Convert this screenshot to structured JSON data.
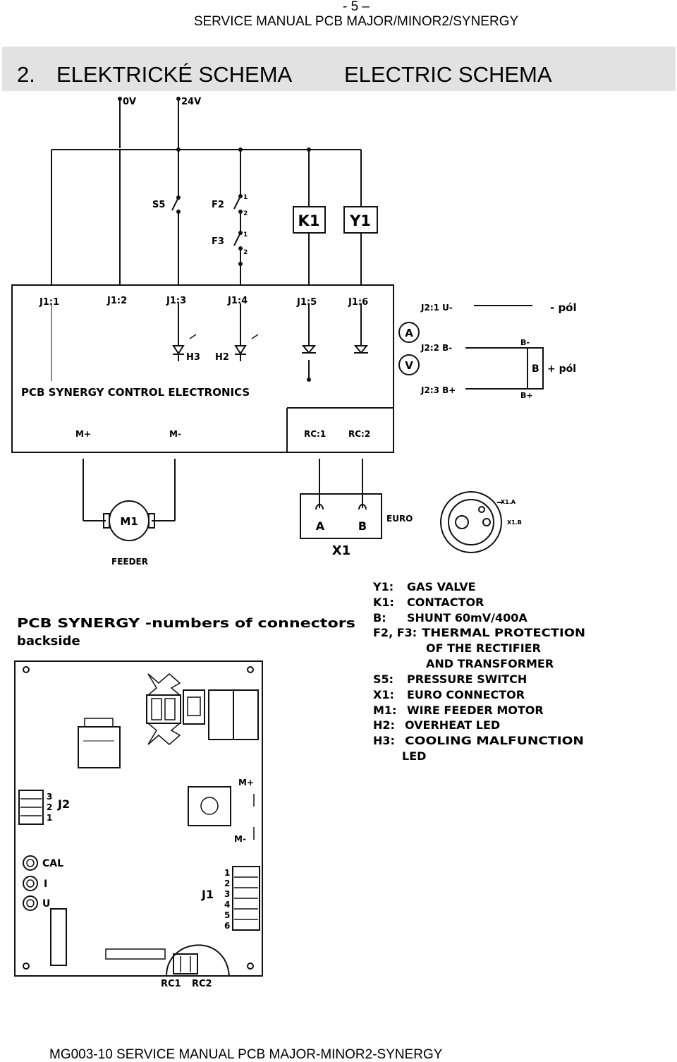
{
  "header": {
    "page_number": "- 5 –",
    "doc_title": "SERVICE MANUAL PCB MAJOR/MINOR2/SYNERGY"
  },
  "section": {
    "number": "2.",
    "title_cz": "ELEKTRICKÉ SCHEMA",
    "title_en": "ELECTRIC SCHEMA"
  },
  "schematic": {
    "supply_0v": "0V",
    "supply_24v": "24V",
    "s5": "S5",
    "f2": "F2",
    "f3": "F3",
    "pin1": "1",
    "pin2": "2",
    "k1": "K1",
    "y1": "Y1",
    "j1_1": "J1:1",
    "j1_2": "J1:2",
    "j1_3": "J1:3",
    "j1_4": "J1:4",
    "j1_5": "J1:5",
    "j1_6": "J1:6",
    "j2_1": "J2:1 U-",
    "j2_2": "J2:2  B-",
    "j2_3": "J2:3 B+",
    "minus_pole": "- pól",
    "plus_pole": "+ pól",
    "shunt_b": "B",
    "shunt_bminus": "B-",
    "shunt_bplus": "B+",
    "ammeter": "A",
    "voltmeter": "V",
    "h3": "H3",
    "h2": "H2",
    "board_name": "PCB SYNERGY CONTROL ELECTRONICS",
    "m_plus": "M+",
    "m_minus": "M-",
    "rc1": "RC:1",
    "rc2": "RC:2",
    "motor": "M1",
    "feeder": "FEEDER",
    "euro_a": "A",
    "euro_b": "B",
    "euro": "EURO",
    "x1": "X1",
    "x1a": "X1.A",
    "x1b": "X1.B"
  },
  "legend": [
    {
      "code": "Y1:",
      "text": "GAS VALVE"
    },
    {
      "code": "K1:",
      "text": "CONTACTOR"
    },
    {
      "code": "B:",
      "text": "SHUNT 60mV/400A"
    },
    {
      "code": "F2, F3:",
      "text": "THERMAL PROTECTION"
    },
    {
      "code": "",
      "text": "OF THE RECTIFIER"
    },
    {
      "code": "",
      "text": "AND TRANSFORMER"
    },
    {
      "code": "S5:",
      "text": "PRESSURE SWITCH"
    },
    {
      "code": "X1:",
      "text": "EURO CONNECTOR"
    },
    {
      "code": "M1:",
      "text": "WIRE FEEDER MOTOR"
    },
    {
      "code": "H2:",
      "text": "OVERHEAT LED"
    },
    {
      "code": "H3:",
      "text": "COOLING MALFUNCTION"
    },
    {
      "code": "",
      "text": "LED"
    }
  ],
  "board_layout": {
    "title_line1": "PCB SYNERGY -numbers of connectors",
    "title_line2": "backside",
    "j2": "J2",
    "j2_pin3": "3",
    "j2_pin2": "2",
    "j2_pin1": "1",
    "cal": "CAL",
    "i": "I",
    "u": "U",
    "j1": "J1",
    "j1_pins": [
      "1",
      "2",
      "3",
      "4",
      "5",
      "6"
    ],
    "m_plus": "M+",
    "m_minus": "M-",
    "rc1": "RC1",
    "rc2": "RC2"
  },
  "footer": {
    "text": "MG003-10 SERVICE MANUAL PCB MAJOR-MINOR2-SYNERGY"
  }
}
